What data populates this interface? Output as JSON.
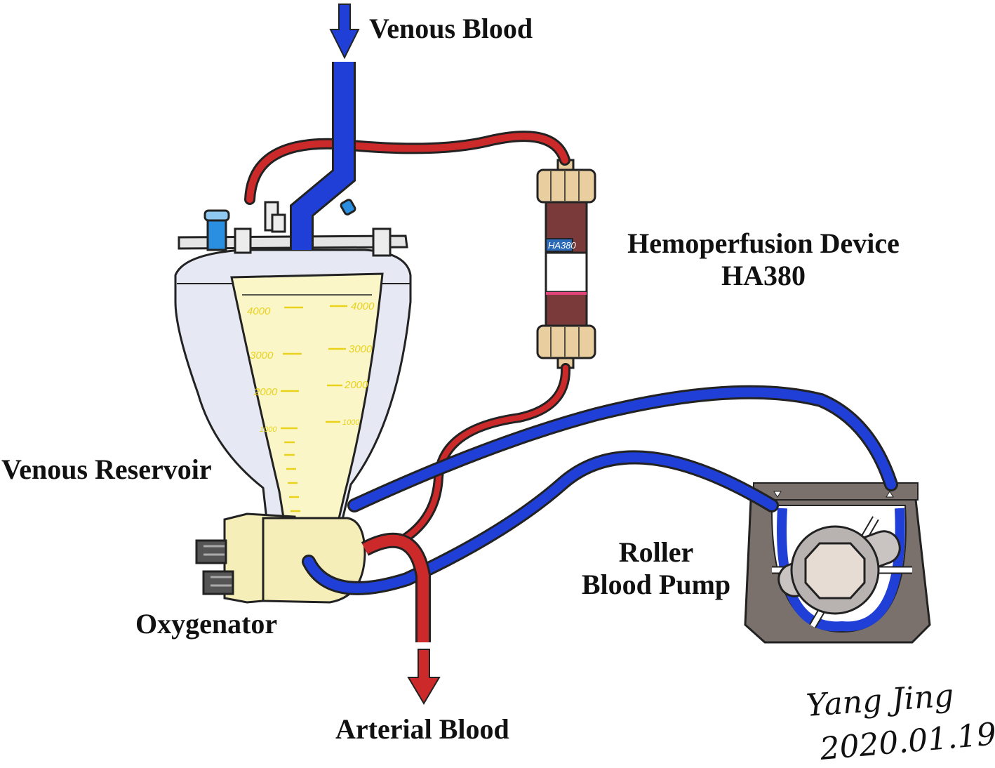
{
  "labels": {
    "venous_blood": "Venous Blood",
    "hemoperfusion_line1": "Hemoperfusion Device",
    "hemoperfusion_line2": "HA380",
    "venous_reservoir": "Venous Reservoir",
    "oxygenator": "Oxygenator",
    "roller_line1": "Roller",
    "roller_line2": "Blood Pump",
    "arterial_blood": "Arterial Blood"
  },
  "device_tag": "HA380",
  "reservoir_scale": {
    "left": [
      "4000",
      "3000",
      "2000",
      "1000"
    ],
    "right": [
      "4000",
      "3000",
      "2000",
      "1000"
    ]
  },
  "signature": {
    "name": "Yang Jing",
    "date": "2020.01.19"
  },
  "colors": {
    "venous_line": "#1f3fd6",
    "arterial_line": "#cc2a2a",
    "reservoir_fluid": "#fbf6c8",
    "device_body": "#7a3a3a",
    "device_cap": "#e9cf9f",
    "pump_frame": "#7a716d",
    "scale_text": "#e8d21c"
  }
}
